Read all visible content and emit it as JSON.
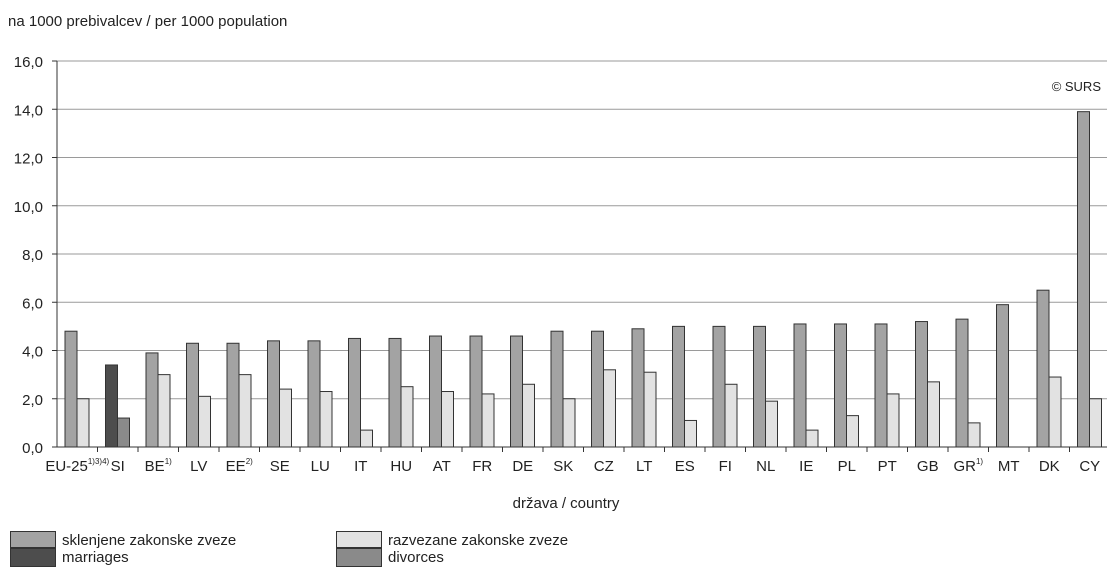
{
  "chart_data": {
    "type": "bar",
    "unit_label": "na 1000 prebivalcev / per 1000 population",
    "xlabel": "država / country",
    "copyright": "© SURS",
    "ylim": [
      0,
      16
    ],
    "yticks": [
      "0,0",
      "2,0",
      "4,0",
      "6,0",
      "8,0",
      "10,0",
      "12,0",
      "14,0",
      "16,0"
    ],
    "ytick_values": [
      0,
      2,
      4,
      6,
      8,
      10,
      12,
      14,
      16
    ],
    "grid": "horizontal",
    "categories": [
      {
        "code": "EU-25",
        "sup": "1)3)4)"
      },
      {
        "code": "SI",
        "sup": ""
      },
      {
        "code": "BE",
        "sup": "1)"
      },
      {
        "code": "LV",
        "sup": ""
      },
      {
        "code": "EE",
        "sup": "2)"
      },
      {
        "code": "SE",
        "sup": ""
      },
      {
        "code": "LU",
        "sup": ""
      },
      {
        "code": "IT",
        "sup": ""
      },
      {
        "code": "HU",
        "sup": ""
      },
      {
        "code": "AT",
        "sup": ""
      },
      {
        "code": "FR",
        "sup": ""
      },
      {
        "code": "DE",
        "sup": ""
      },
      {
        "code": "SK",
        "sup": ""
      },
      {
        "code": "CZ",
        "sup": ""
      },
      {
        "code": "LT",
        "sup": ""
      },
      {
        "code": "ES",
        "sup": ""
      },
      {
        "code": "FI",
        "sup": ""
      },
      {
        "code": "NL",
        "sup": ""
      },
      {
        "code": "IE",
        "sup": ""
      },
      {
        "code": "PL",
        "sup": ""
      },
      {
        "code": "PT",
        "sup": ""
      },
      {
        "code": "GB",
        "sup": ""
      },
      {
        "code": "GR",
        "sup": "1)"
      },
      {
        "code": "MT",
        "sup": ""
      },
      {
        "code": "DK",
        "sup": ""
      },
      {
        "code": "CY",
        "sup": ""
      }
    ],
    "series": [
      {
        "name": "sklenjene zakonske zveze / marriages",
        "values": [
          4.8,
          3.4,
          3.9,
          4.3,
          4.3,
          4.4,
          4.4,
          4.5,
          4.5,
          4.6,
          4.6,
          4.6,
          4.8,
          4.8,
          4.9,
          5.0,
          5.0,
          5.0,
          5.1,
          5.1,
          5.1,
          5.2,
          5.3,
          5.9,
          6.5,
          13.9
        ],
        "color": "#a3a3a3",
        "highlight_color": "#4d4d4d"
      },
      {
        "name": "razvezane zakonske zveze / divorces",
        "values": [
          2.0,
          1.2,
          3.0,
          2.1,
          3.0,
          2.4,
          2.3,
          0.7,
          2.5,
          2.3,
          2.2,
          2.6,
          2.0,
          3.2,
          3.1,
          1.1,
          2.6,
          1.9,
          0.7,
          1.3,
          2.2,
          2.7,
          1.0,
          null,
          2.9,
          2.0
        ],
        "color": "#e2e2e2",
        "highlight_color": "#8a8a8a"
      }
    ],
    "highlight_category": "SI"
  },
  "legend": [
    {
      "line1": "sklenjene zakonske zveze",
      "line2": "marriages",
      "color_top": "#a3a3a3",
      "color_bottom": "#4d4d4d"
    },
    {
      "line1": "razvezane zakonske zveze",
      "line2": "divorces",
      "color_top": "#e2e2e2",
      "color_bottom": "#8a8a8a"
    }
  ]
}
